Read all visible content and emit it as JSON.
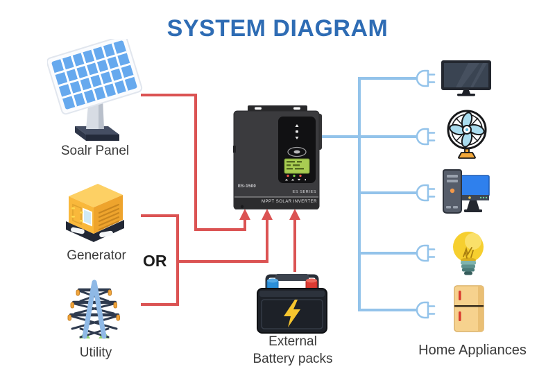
{
  "title": "SYSTEM DIAGRAM",
  "colors": {
    "title": "#2e6cb4",
    "red_line": "#db5353",
    "blue_line": "#93c3ea"
  },
  "sources": [
    {
      "icon": "solar-panel-icon",
      "label": "Soalr Panel"
    },
    {
      "icon": "generator-icon",
      "label": "Generator"
    },
    {
      "icon": "utility-tower-icon",
      "label": "Utility"
    }
  ],
  "or_label": "OR",
  "inverter": {
    "icon": "inverter-icon",
    "model": "ES-1500",
    "series": "ES SERIES",
    "product": "MPPT SOLAR INVERTER"
  },
  "battery": {
    "icon": "battery-icon",
    "label_line1": "External",
    "label_line2": "Battery packs"
  },
  "appliances": {
    "label": "Home Appliances",
    "items": [
      {
        "icon": "tv-icon"
      },
      {
        "icon": "fan-icon"
      },
      {
        "icon": "desktop-computer-icon"
      },
      {
        "icon": "light-bulb-icon"
      },
      {
        "icon": "refrigerator-icon"
      }
    ]
  }
}
